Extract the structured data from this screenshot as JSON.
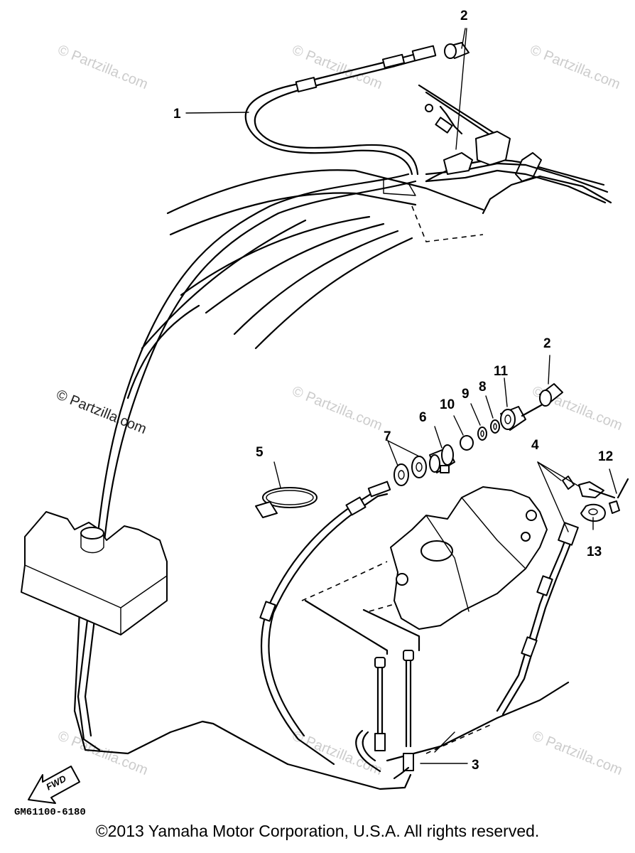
{
  "diagram": {
    "callouts": [
      "1",
      "2",
      "2",
      "3",
      "4",
      "5",
      "6",
      "7",
      "8",
      "9",
      "10",
      "11",
      "12",
      "13"
    ],
    "direction_label": "FWD",
    "drawing_code": "GM61100-6180"
  },
  "watermarks": {
    "text": "© Partzilla.com"
  },
  "footer": {
    "copyright": "©2013 Yamaha Motor Corporation, U.S.A. All rights reserved."
  }
}
